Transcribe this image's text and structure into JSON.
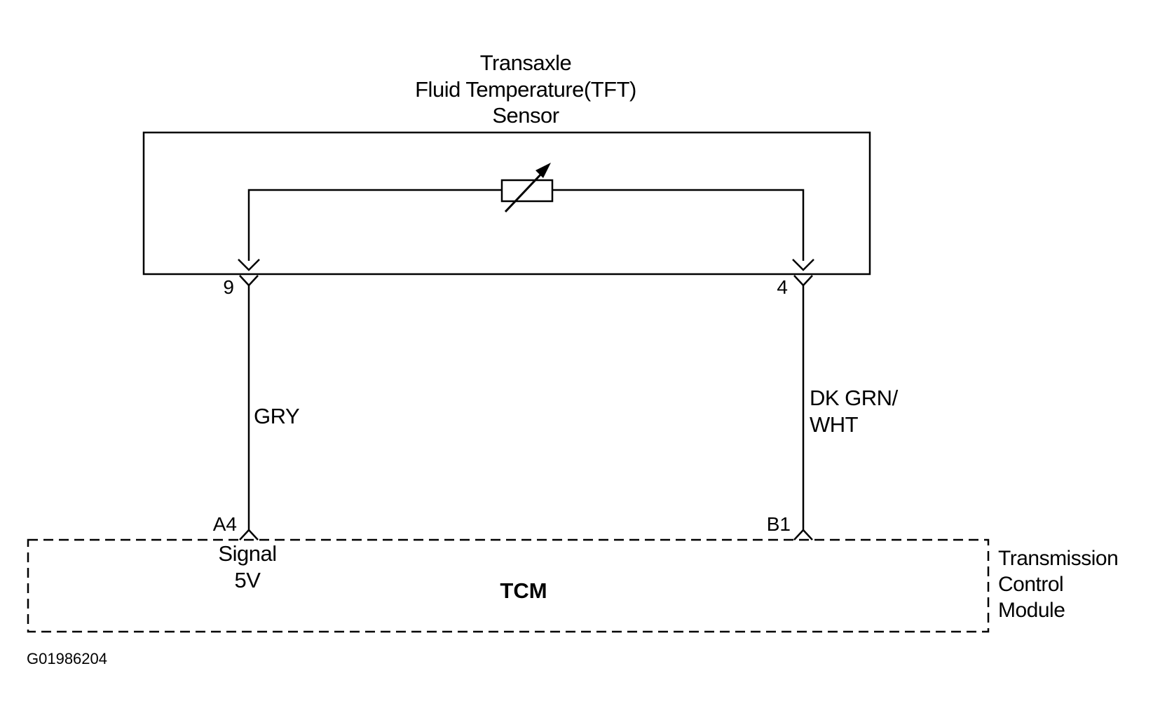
{
  "sensor": {
    "title_lines": [
      "Transaxle",
      "Fluid Temperature(TFT)",
      "Sensor"
    ]
  },
  "connectors": {
    "pin_left": "9",
    "pin_right": "4",
    "tcm_left": "A4",
    "tcm_right": "B1"
  },
  "wires": {
    "left_color": "GRY",
    "right_color_lines": [
      "DK GRN/",
      "WHT"
    ]
  },
  "module": {
    "signal_lines": [
      "Signal",
      "5V"
    ],
    "abbreviation": "TCM",
    "name_lines": [
      "Transmission",
      "Control",
      "Module"
    ]
  },
  "figure_code": "G01986204",
  "colors": {
    "line": "#000000",
    "background": "#ffffff"
  }
}
